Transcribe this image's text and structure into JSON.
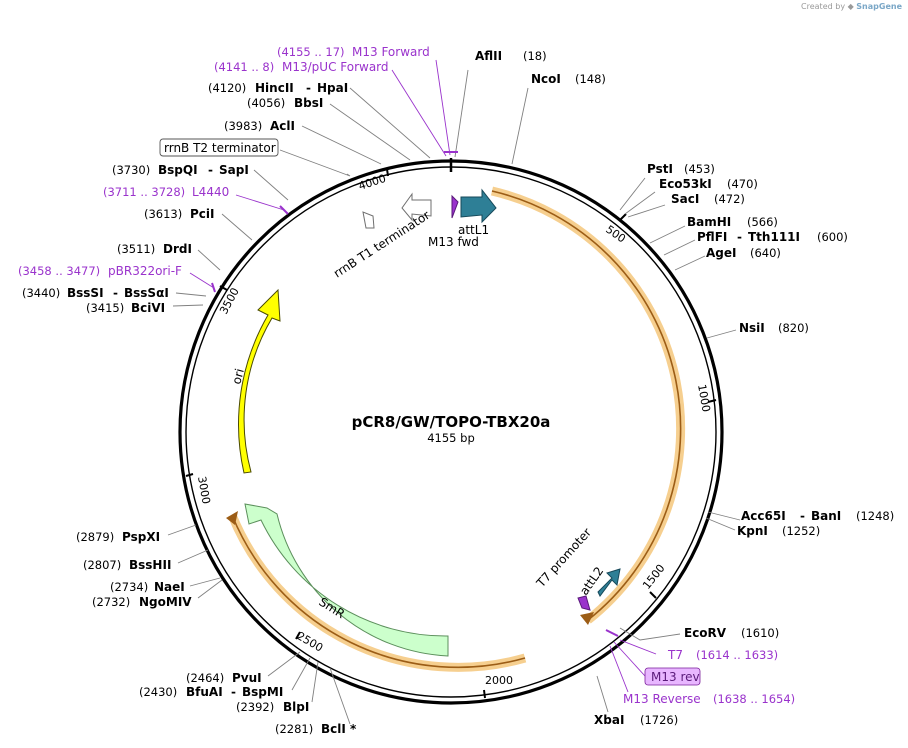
{
  "watermark": {
    "prefix": "Created by",
    "brand": "SnapGene"
  },
  "plasmid": {
    "name": "pCR8/GW/TOPO-TBX20a",
    "size": "4155 bp",
    "length": 4155
  },
  "ticks": [
    "500",
    "1000",
    "1500",
    "2000",
    "2500",
    "3000",
    "3500",
    "4000"
  ],
  "sites": [
    {
      "name": "AflII",
      "pos": "(18)"
    },
    {
      "name": "NcoI",
      "pos": "(148)"
    },
    {
      "name": "PstI",
      "pos": "(453)"
    },
    {
      "name": "Eco53kI",
      "pos": "(470)"
    },
    {
      "name": "SacI",
      "pos": "(472)"
    },
    {
      "name": "BamHI",
      "pos": "(566)"
    },
    {
      "name": "PflFI",
      "name2": "Tth111I",
      "pos": "(600)"
    },
    {
      "name": "AgeI",
      "pos": "(640)"
    },
    {
      "name": "NsiI",
      "pos": "(820)"
    },
    {
      "name": "Acc65I",
      "name2": "BanI",
      "pos": "(1248)"
    },
    {
      "name": "KpnI",
      "pos": "(1252)"
    },
    {
      "name": "EcoRV",
      "pos": "(1610)"
    },
    {
      "name": "XbaI",
      "pos": "(1726)"
    },
    {
      "name": "BclI *",
      "pos": "(2281)"
    },
    {
      "name": "BlpI",
      "pos": "(2392)"
    },
    {
      "name": "BfuAI",
      "name2": "BspMI",
      "pos": "(2430)"
    },
    {
      "name": "PvuI",
      "pos": "(2464)"
    },
    {
      "name": "NgoMIV",
      "pos": "(2732)"
    },
    {
      "name": "NaeI",
      "pos": "(2734)"
    },
    {
      "name": "BssHII",
      "pos": "(2807)"
    },
    {
      "name": "PspXI",
      "pos": "(2879)"
    },
    {
      "name": "BciVI",
      "pos": "(3415)"
    },
    {
      "name": "BssSI",
      "name2": "BssSαI",
      "pos": "(3440)"
    },
    {
      "name": "DrdI",
      "pos": "(3511)"
    },
    {
      "name": "PciI",
      "pos": "(3613)"
    },
    {
      "name": "BspQI",
      "name2": "SapI",
      "pos": "(3730)"
    },
    {
      "name": "AclI",
      "pos": "(3983)"
    },
    {
      "name": "BbsI",
      "pos": "(4056)"
    },
    {
      "name": "HincII",
      "name2": "HpaI",
      "pos": "(4120)"
    }
  ],
  "primers": [
    {
      "name": "M13 Forward",
      "range": "(4155 .. 17)"
    },
    {
      "name": "M13/pUC Forward",
      "range": "(4141 .. 8)"
    },
    {
      "name": "L4440",
      "range": "(3711 .. 3728)"
    },
    {
      "name": "pBR322ori-F",
      "range": "(3458 .. 3477)"
    },
    {
      "name": "T7",
      "range": "(1614 .. 1633)"
    },
    {
      "name": "M13 rev",
      "range": ""
    },
    {
      "name": "M13 Reverse",
      "range": "(1638 .. 1654)"
    }
  ],
  "features": [
    {
      "name": "attL1"
    },
    {
      "name": "M13 fwd"
    },
    {
      "name": "rrnB T1 terminator"
    },
    {
      "name": "rrnB T2 terminator"
    },
    {
      "name": "attL2"
    },
    {
      "name": "T7 promoter"
    },
    {
      "name": "ori"
    },
    {
      "name": "SmR"
    }
  ],
  "colors": {
    "backbone": "#000000",
    "att": "#2e7f96",
    "primer": "#9a33cc",
    "insert": "#f2b25c",
    "ori": "#ffff00",
    "smr": "#ccffcc",
    "terminator": "#ffffff"
  }
}
